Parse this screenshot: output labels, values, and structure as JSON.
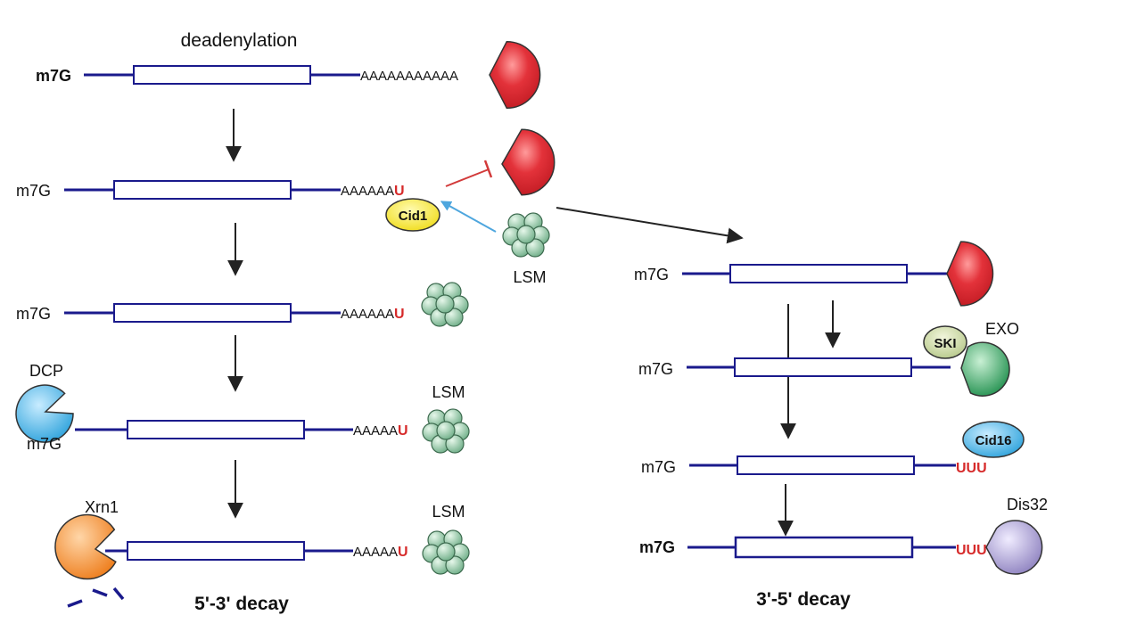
{
  "top_label": "deadenylation",
  "cap": "m7G",
  "polyA_long": "AAAAAAAAAAA",
  "polyA_mid": "AAAAAA",
  "polyA_short": "AAAAA",
  "u_single": "U",
  "u_triple": "UUU",
  "proteins": {
    "cid1": "Cid1",
    "lsm": "LSM",
    "dcp": "DCP",
    "xrn1": "Xrn1",
    "ski": "SKI",
    "exo": "EXO",
    "cid16": "Cid16",
    "dis32": "Dis32"
  },
  "pathways": {
    "five_to_three": "5'-3' decay",
    "three_to_five": "3'-5' decay"
  },
  "colors": {
    "rna_line": "#1a1a8c",
    "orf_box": "#1a1a8c",
    "deadenylase": "#d8232a",
    "u_tail": "#d62a2a",
    "inhibition": "#d23a3a",
    "activation": "#4ea6de",
    "lsm": "#8cc4a0",
    "cid1": "#f5e533",
    "dcp": "#3aa8e0",
    "xrn1": "#f08a2e",
    "ski": "#c4d49a",
    "exo": "#2ea05a",
    "cid16": "#3aa8e0",
    "dis32": "#9f95c8"
  }
}
